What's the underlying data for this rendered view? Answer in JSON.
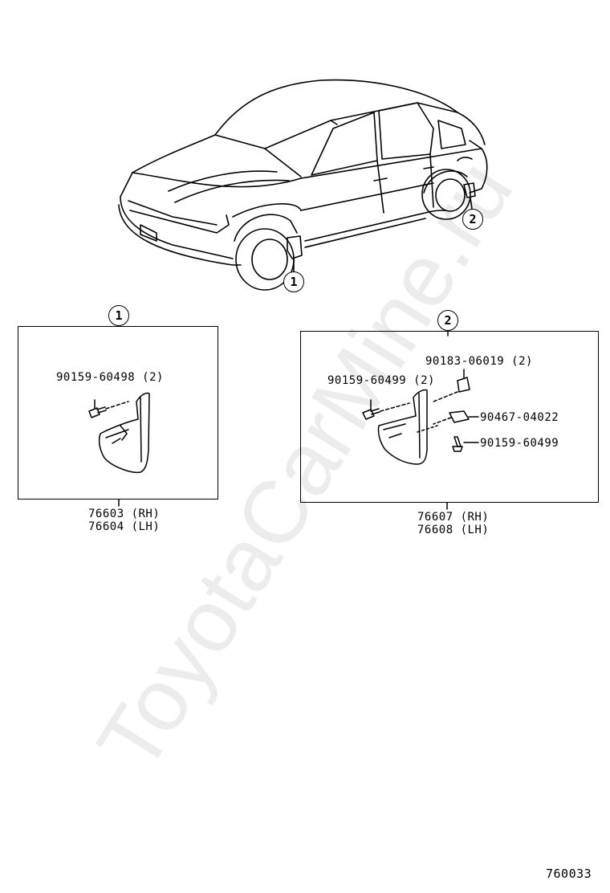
{
  "callouts": {
    "one": "1",
    "two": "2"
  },
  "group1": {
    "index": "1",
    "bolt_label": "90159-60498 (2)",
    "part_rh": "76603 (RH)",
    "part_lh": "76604 (LH)"
  },
  "group2": {
    "index": "2",
    "clip_label": "90183-06019 (2)",
    "bolt_label": "90159-60499 (2)",
    "nut_label": "90467-04022",
    "screw_label": "90159-60499",
    "part_rh": "76607 (RH)",
    "part_lh": "76608 (LH)"
  },
  "diagram_code": "760033",
  "watermark": "ToyotaCarMine.ru"
}
